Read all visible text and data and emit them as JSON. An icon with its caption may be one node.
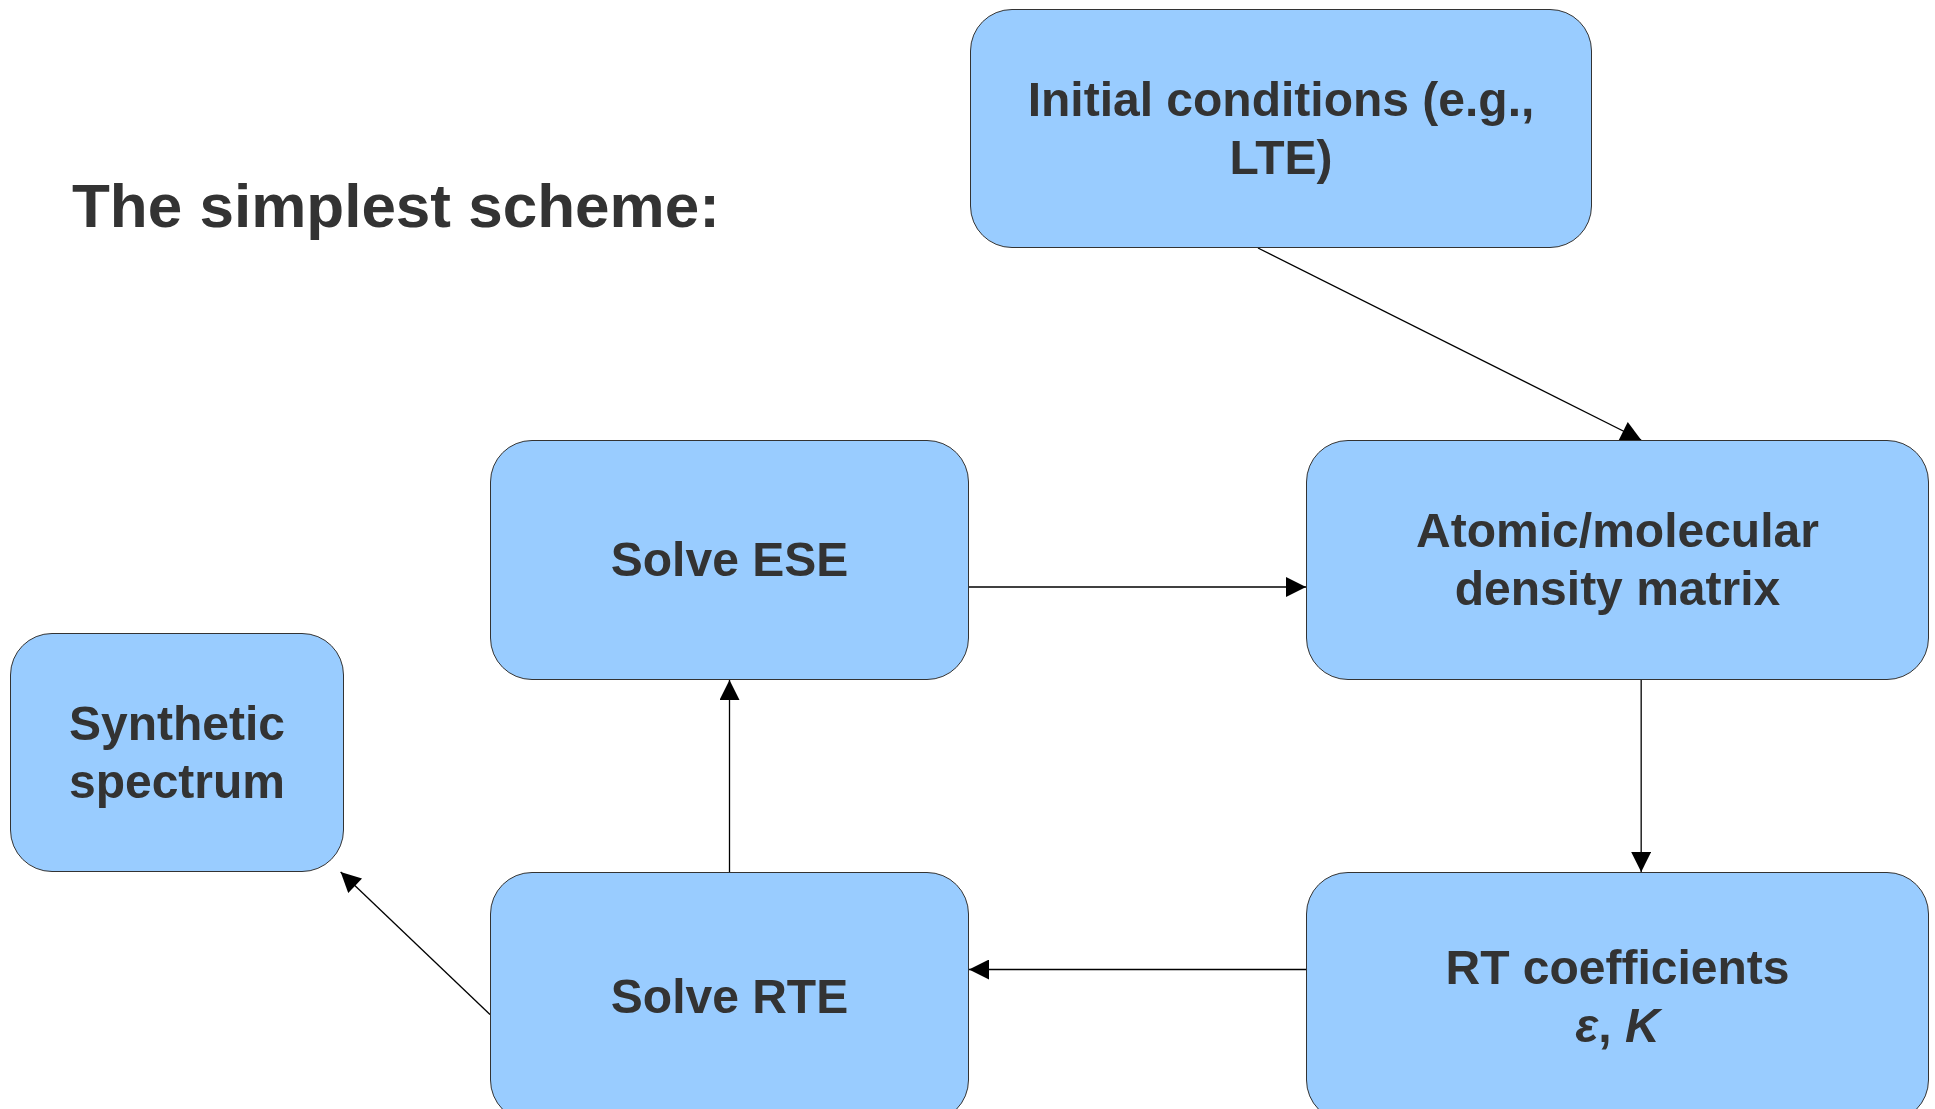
{
  "diagram": {
    "title": "The simplest scheme:",
    "nodes": [
      {
        "text": [
          "Initial conditions (e.g., LTE)"
        ]
      },
      {
        "text": [
          "Solve ESE"
        ]
      },
      {
        "text": [
          "Atomic/molecular density matrix"
        ]
      },
      {
        "text": [
          "Synthetic spectrum"
        ]
      },
      {
        "text": [
          "Solve RTE"
        ]
      },
      {
        "text": [
          "RT coefficients",
          "*ε*, *K*"
        ]
      }
    ],
    "edges": [
      {
        "from": 0,
        "to": 2,
        "arrow": "to"
      },
      {
        "from": 1,
        "to": 2,
        "arrow": "to"
      },
      {
        "from": 2,
        "to": 5,
        "arrow": "to"
      },
      {
        "from": 5,
        "to": 4,
        "arrow": "to"
      },
      {
        "from": 4,
        "to": 1,
        "arrow": "to"
      },
      {
        "from": 4,
        "to": 3,
        "arrow": "to"
      }
    ]
  }
}
